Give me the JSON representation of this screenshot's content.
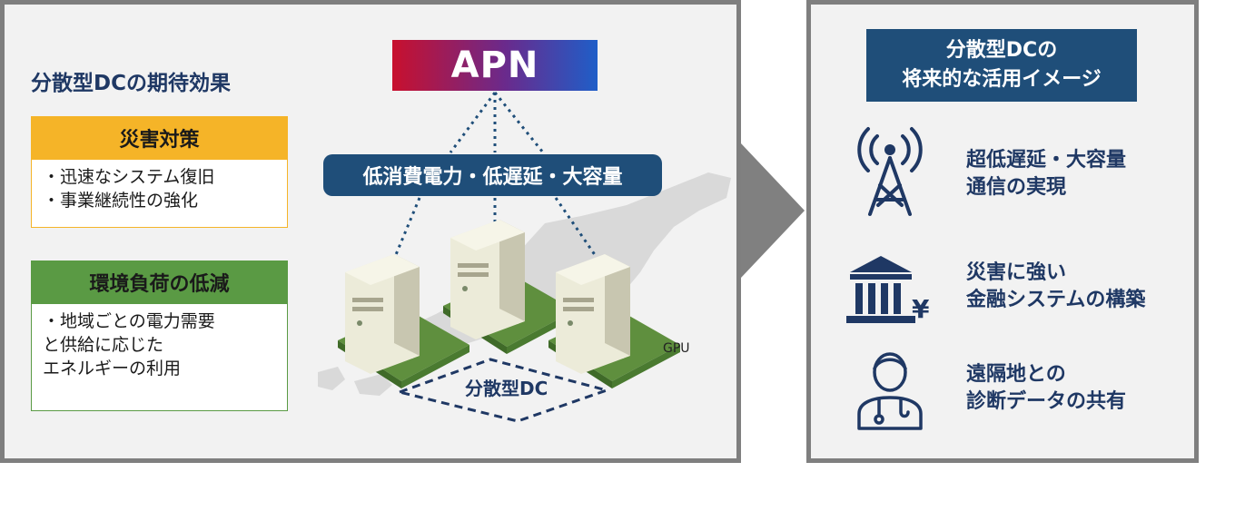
{
  "left": {
    "heading": "分散型DCの期待効果",
    "disaster": {
      "title": "災害対策",
      "lines": [
        "・迅速なシステム復旧",
        "・事業継続性の強化"
      ]
    },
    "environment": {
      "title": "環境負荷の低減",
      "lines": [
        "・地域ごとの電力需要",
        "と供給に応じた",
        "エネルギーの利用"
      ]
    }
  },
  "diagram": {
    "apn": "APN",
    "features": "低消費電力・低遅延・大容量",
    "dc_label": "分散型DC",
    "gpu_label": "GPU"
  },
  "right": {
    "title_line1": "分散型DCの",
    "title_line2": "将来的な活用イメージ",
    "items": [
      {
        "icon": "antenna-tower-icon",
        "line1": "超低遅延・大容量",
        "line2": "通信の実現"
      },
      {
        "icon": "bank-yen-icon",
        "line1": "災害に強い",
        "line2": "金融システムの構築"
      },
      {
        "icon": "doctor-icon",
        "line1": "遠隔地との",
        "line2": "診断データの共有"
      }
    ]
  },
  "colors": {
    "navy": "#1f4e79",
    "heading": "#1f3864",
    "disaster": "#f5b428",
    "environment": "#5a9a44",
    "apn_gradient": [
      "#c8102e",
      "#1f5ec8"
    ]
  }
}
